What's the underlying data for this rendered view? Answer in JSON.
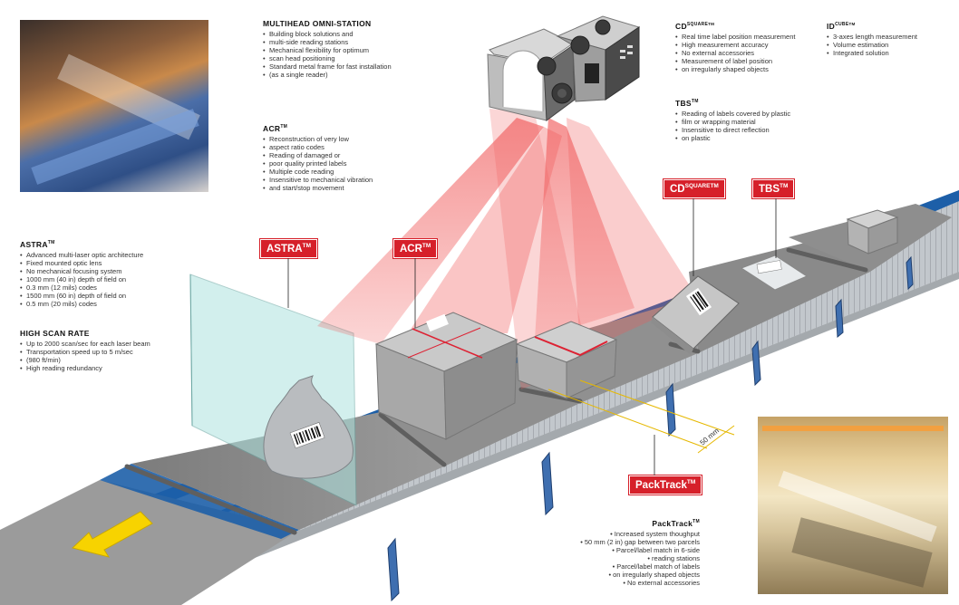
{
  "features": {
    "multihead": {
      "title": "MULTIHEAD OMNI-STATION",
      "items": [
        "Building block solutions and",
        "multi-side reading stations",
        "Mechanical flexibility for optimum",
        "scan head positioning",
        "Standard metal frame for fast installation",
        "(as a single reader)"
      ]
    },
    "acr": {
      "title": "ACR",
      "tm": "TM",
      "items": [
        "Reconstruction of very low",
        "aspect ratio codes",
        "Reading of damaged or",
        "poor quality printed labels",
        "Multiple code reading",
        "Insensitive to mechanical vibration",
        "and start/stop movement"
      ]
    },
    "cdsquare": {
      "title": "CD",
      "sup": "SQUARE",
      "tm": "TM",
      "items": [
        "Real time label position measurement",
        "High measurement accuracy",
        "No external accessories",
        "Measurement of label position",
        "on irregularly shaped objects"
      ]
    },
    "idcube": {
      "title": "ID",
      "sup": "CUBE",
      "tm": "TM",
      "items": [
        "3-axes length measurement",
        "Volume estimation",
        "Integrated solution"
      ]
    },
    "tbs": {
      "title": "TBS",
      "tm": "TM",
      "items": [
        "Reading of labels covered by plastic",
        "film or wrapping material",
        "Insensitive to direct reflection",
        "on plastic"
      ]
    },
    "astra": {
      "title": "ASTRA",
      "tm": "TM",
      "items": [
        "Advanced multi-laser optic architecture",
        "Fixed mounted optic lens",
        "No mechanical focusing system",
        "1000 mm (40 in) depth of field on",
        "0.3 mm (12 mils) codes",
        "1500 mm (60 in) depth of field on",
        "0.5 mm (20 mils) codes"
      ]
    },
    "highscan": {
      "title": "HIGH SCAN RATE",
      "items": [
        "Up to 2000 scan/sec for each laser beam",
        "Transportation speed up to 5 m/sec",
        "(980 ft/min)",
        "High reading redundancy"
      ]
    },
    "packtrack": {
      "title": "PackTrack",
      "tm": "TM",
      "items": [
        "Increased system thoughput",
        "50 mm (2 in) gap between two parcels",
        "Parcel/label match in 6-side",
        "reading stations",
        "Parcel/label match of labels",
        "on irregularly shaped objects",
        "No external accessories"
      ]
    }
  },
  "tags": {
    "astra": "ASTRA",
    "acr": "ACR",
    "cdsquare": "CD",
    "cdsquare_sup": "SQUARE",
    "tbs": "TBS",
    "packtrack": "PackTrack",
    "tm": "TM"
  },
  "gap_label": "50 mm",
  "colors": {
    "tag_red": "#d6202a",
    "conveyor_blue": "#1d5fa8",
    "belt_grey": "#8c8c8c",
    "laser_red": "#f05a5a",
    "arrow_yellow": "#f7d300"
  },
  "icons": [
    "multihead-scanner-icon",
    "direction-arrow-icon",
    "barcode-label-icon"
  ]
}
